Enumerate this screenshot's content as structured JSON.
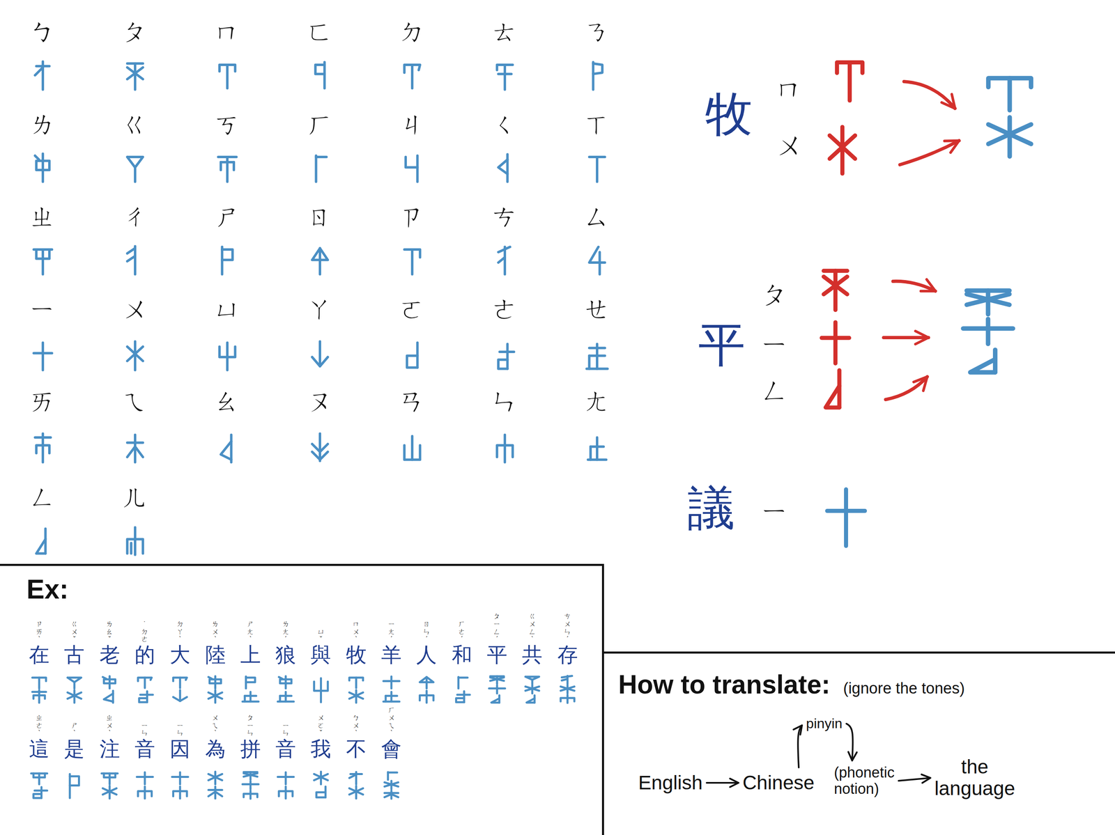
{
  "diagram": {
    "nodes": [
      {
        "text": [
          "Ex:"
        ]
      },
      {
        "text": [
          "How to translate:",
          "(ignore the tones)"
        ]
      },
      {
        "text": [
          "English"
        ],
        "in": 1
      },
      {
        "text": [
          "Chinese"
        ],
        "in": 1
      },
      {
        "text": [
          "pinyin"
        ],
        "in": 1
      },
      {
        "text": [
          "(phonetic notion)"
        ],
        "in": 1
      },
      {
        "text": [
          "the language"
        ],
        "in": 1
      }
    ],
    "edges": [
      {
        "from": 2,
        "to": 3,
        "arrow": "to"
      },
      {
        "from": 3,
        "to": 4,
        "arrow": "to"
      },
      {
        "from": 4,
        "to": 5,
        "arrow": "to"
      },
      {
        "from": 5,
        "to": 6,
        "arrow": "to"
      }
    ],
    "labels": [
      "ㄅ",
      "ㄆ",
      "ㄇ",
      "ㄈ",
      "ㄉ",
      "ㄊ",
      "ㄋ",
      "ㄌ",
      "ㄍ",
      "ㄎ",
      "ㄏ",
      "ㄐ",
      "ㄑ",
      "ㄒ",
      "ㄓ",
      "ㄔ",
      "ㄕ",
      "ㄖ",
      "ㄗ",
      "ㄘ",
      "ㄙ",
      "ㄧ",
      "ㄨ",
      "ㄩ",
      "ㄚ",
      "ㄛ",
      "ㄜ",
      "ㄝ",
      "ㄞ",
      "ㄟ",
      "ㄠ",
      "ㄡ",
      "ㄢ",
      "ㄣ",
      "ㄤ",
      "ㄥ",
      "ㄦ",
      "牧",
      "ㄇ",
      "ㄨ",
      "平",
      "ㄆ",
      "ㄧ",
      "ㄥ",
      "議",
      "ㄧ",
      "ㄗㄞˋ",
      "在",
      "ㄍㄨˇ",
      "古",
      "ㄌㄠˇ",
      "老",
      "˙ㄉㄜ",
      "的",
      "ㄉㄚˋ",
      "大",
      "ㄌㄨˋ",
      "陸",
      "ㄕㄤˋ",
      "上",
      "ㄌㄤˊ",
      "狼",
      "ㄩˇ",
      "與",
      "ㄇㄨˋ",
      "牧",
      "ㄧㄤˊ",
      "羊",
      "ㄖㄣˊ",
      "人",
      "ㄏㄜˊ",
      "和",
      "ㄆㄧㄥˊ",
      "平",
      "ㄍㄨㄥˋ",
      "共",
      "ㄘㄨㄣˊ",
      "存",
      "ㄓㄜˋ",
      "這",
      "ㄕˋ",
      "是",
      "ㄓㄨˋ",
      "注",
      "ㄧㄣ",
      "音",
      "ㄧㄣ",
      "因",
      "ㄨㄟˋ",
      "為",
      "ㄆㄧㄣ",
      "拼",
      "ㄧㄣ",
      "音",
      "ㄨㄛˇ",
      "我",
      "ㄅㄨˋ",
      "不",
      "ㄏㄨㄟˋ",
      "會"
    ]
  }
}
